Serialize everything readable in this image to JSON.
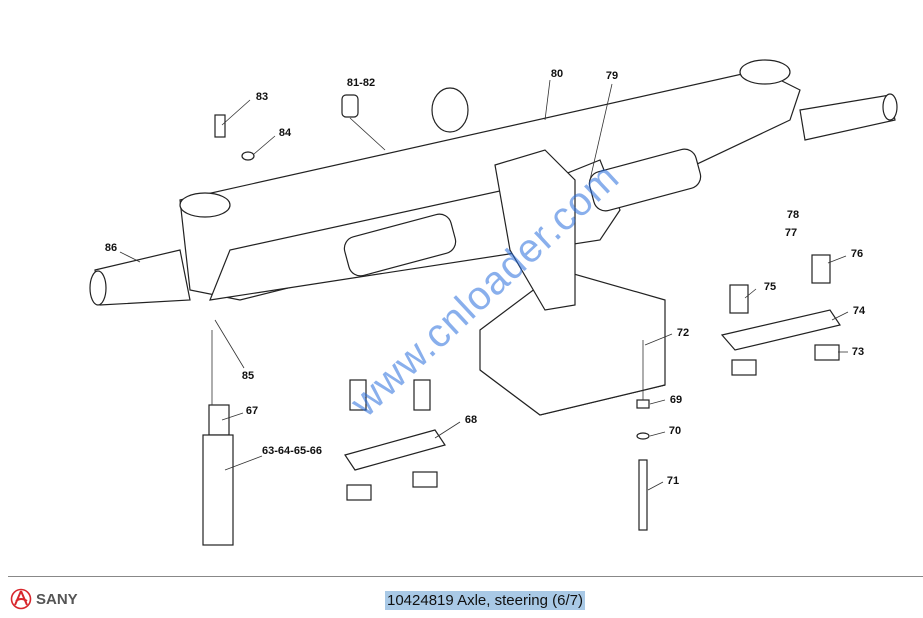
{
  "labels": {
    "l83": "83",
    "l8182": "81-82",
    "l80": "80",
    "l79": "79",
    "l84": "84",
    "l86": "86",
    "l78": "78",
    "l77": "77",
    "l76": "76",
    "l75": "75",
    "l74": "74",
    "l72": "72",
    "l73": "73",
    "l85": "85",
    "l67": "67",
    "l68": "68",
    "l69": "69",
    "l70": "70",
    "l63": "63-64-65-66",
    "l71": "71"
  },
  "watermark": "www.cnloader.com",
  "footer": {
    "brand": "SANY",
    "caption": "10424819 Axle, steering (6/7)",
    "brand_color": "#d8262c"
  }
}
